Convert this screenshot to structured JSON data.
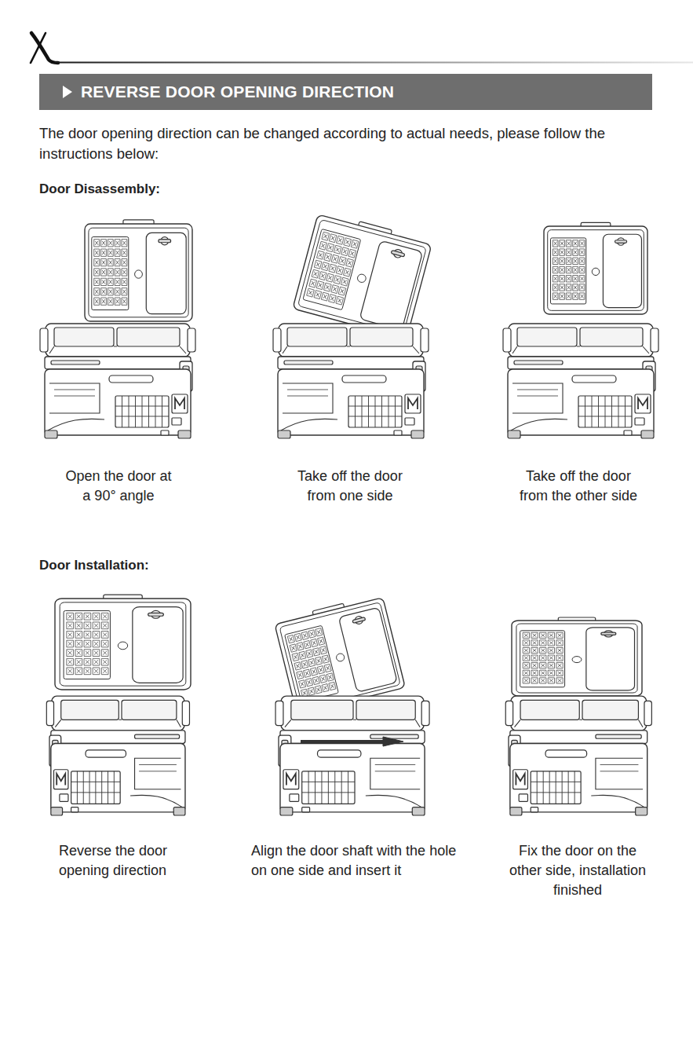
{
  "diagram": {
    "nodes": [
      {
        "text": [
          "REVERSE DOOR OPENING DIRECTION"
        ]
      }
    ],
    "labels": [
      "The door opening direction can be changed according to actual needs, please follow the instructions below:",
      "Door Disassembly:",
      "Open the door at a 90° angle",
      "Take off the door from one side",
      "Take off the door from the other side",
      "Door Installation:",
      "Reverse the door opening direction",
      "Align the door shaft with the hole on one side and insert it",
      "Fix the door on the other side, installation finished"
    ]
  }
}
